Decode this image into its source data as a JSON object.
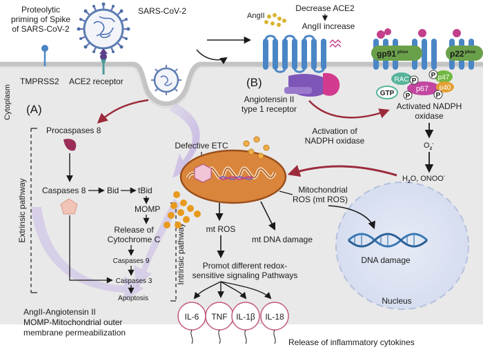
{
  "labels": {
    "proteolytic_1": "Proteolytic",
    "proteolytic_2": "priming of Spike",
    "proteolytic_3": "of SARS-CoV-2",
    "sarscov2": "SARS-CoV-2",
    "tmprss2": "TMPRSS2",
    "ace2_receptor": "ACE2 receptor",
    "cytoplasm": "Cytoplasm",
    "panel_a": "(A)",
    "panel_b": "(B)",
    "angii": "AngII",
    "decrease_ace2": "Decrease ACE2",
    "angii_increase": "AngII increase",
    "at1r_1": "Angiotensin II",
    "at1r_2": "type 1 receptor",
    "gp91": "gp91",
    "gp91_sup": "phox",
    "p22": "p22",
    "p22_sup": "phox",
    "rac": "RAC",
    "p47": "p47",
    "p67": "p67",
    "p40": "p40",
    "gtp": "GTP",
    "p": "P",
    "activated_nadph_1": "Activated NADPH",
    "activated_nadph_2": "oxidase",
    "activation_1": "Activation of",
    "activation_2": "NADPH oxidase",
    "o2": "O",
    "o2_sup": "2",
    "o2_sup2": "-",
    "h2o2": "H",
    "h2o2_sub": "2",
    "h2o2_o": "O",
    "h2o2_rest": ", ONOO",
    "h2o2_sup": "-",
    "procaspases8": "Procaspases 8",
    "caspases8": "Caspases 8",
    "bid": "Bid",
    "tbid": "tBid",
    "momp": "MOMP",
    "release_1": "Release of",
    "release_2": "Cytochrome  C",
    "caspases9": "Caspases 9",
    "caspases3": "Caspases 3",
    "apoptosis": "Apoptosis",
    "extrinsic": "Extrinsic pathway",
    "intrinsic": "Intrinsic pathway",
    "defective_etc": "Defective ETC",
    "mito_ros_1": "Mitochondrial",
    "mito_ros_2": "ROS (mt ROS)",
    "mt_ros": "mt ROS",
    "mt_dna": "mt DNA damage",
    "promot_1": "Promot different redox-",
    "promot_2": "sensitive signaling Pathways",
    "dna_damage": "DNA damage",
    "nucleus": "Nucleus",
    "il6": "IL-6",
    "tnf": "TNF",
    "il1b": "IL-1β",
    "il18": "IL-18",
    "release_cytokines": "Release of inflammatory cytokines",
    "legend_1": "AngII-Angiotensin II",
    "legend_2": "MOMP-Mitochondrial outer",
    "legend_3": "membrane permeabilization"
  },
  "colors": {
    "cytoplasm": "#e9e9e9",
    "membrane": "#c7c7c7",
    "receptor": "#4a86c5",
    "gp91": "#6aa04a",
    "rac": "#56b39a",
    "p47": "#73b843",
    "p67": "#c247a1",
    "p40": "#e3a033",
    "ace2": "#4a9a99",
    "virus": "#5a7db0",
    "spike": "#6b7ab8",
    "mito": "#d9853b",
    "mito_dark": "#9a4f1c",
    "ros_dot": "#e89a1f",
    "arrow_red": "#9b2b3b",
    "purple_arrow": "#c8b4e8",
    "nucleus": "#dde3f1",
    "dna": "#3a78b5",
    "at1r_purple": "#7e56b8",
    "at1r_pink": "#d23a8d",
    "cytokine": "#c25a7a"
  }
}
